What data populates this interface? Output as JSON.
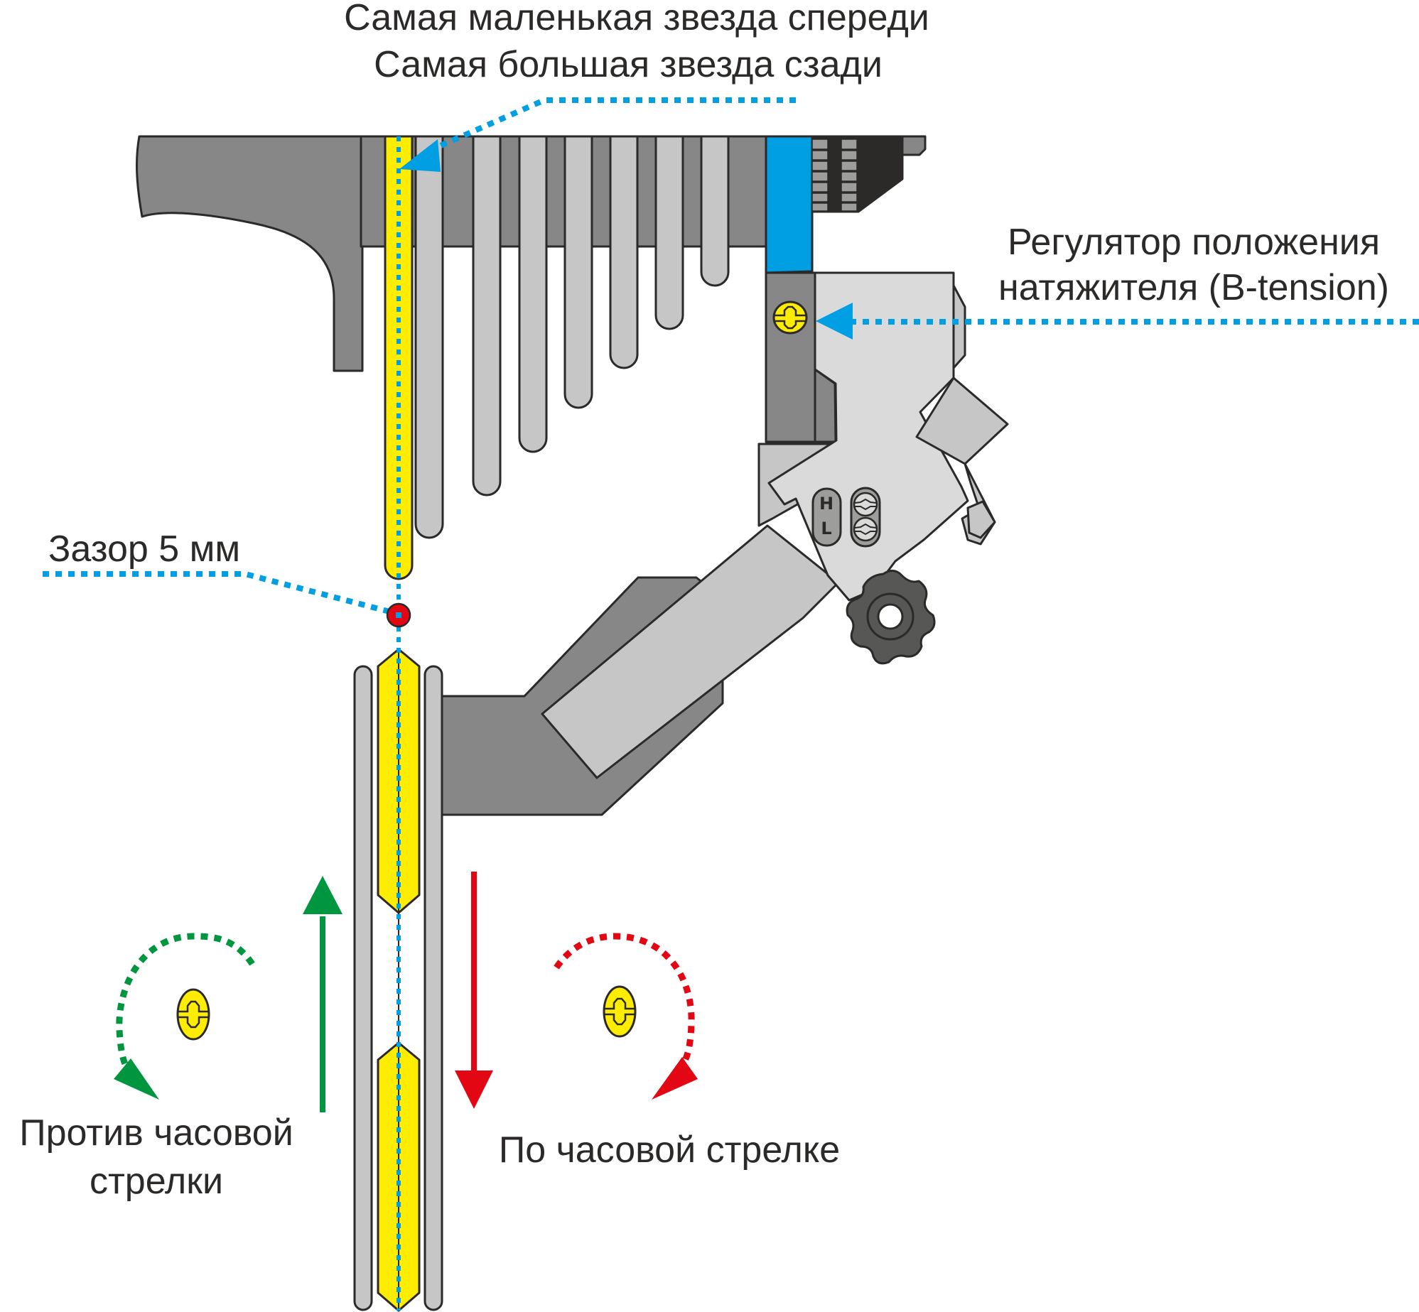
{
  "labels": {
    "top_line1": "Самая маленькая звезда спереди",
    "top_line2": "Самая большая звезда сзади",
    "btension_line1": "Регулятор положения",
    "btension_line2": "натяжителя (B-tension)",
    "gap": "Зазор 5 мм",
    "ccw_line1": "Против часовой",
    "ccw_line2": "стрелки",
    "cw": "По часовой стрелке",
    "limit_h": "H",
    "limit_l": "L"
  },
  "colors": {
    "highlight_yellow": "#ffed00",
    "leader_blue": "#009fe3",
    "ccw_green": "#009640",
    "cw_red": "#e30613",
    "dark_grey": "#878787",
    "light_grey": "#c6c6c6",
    "body_grey": "#dadada",
    "outline": "#2b2a29"
  },
  "diagram": {
    "subject": "Rear derailleur B-tension adjustment",
    "gap_mm": 5,
    "rear_cassette_cogs_visible": 8,
    "highlighted_rear_cog": "largest",
    "highlighted_front_ring": "smallest"
  }
}
